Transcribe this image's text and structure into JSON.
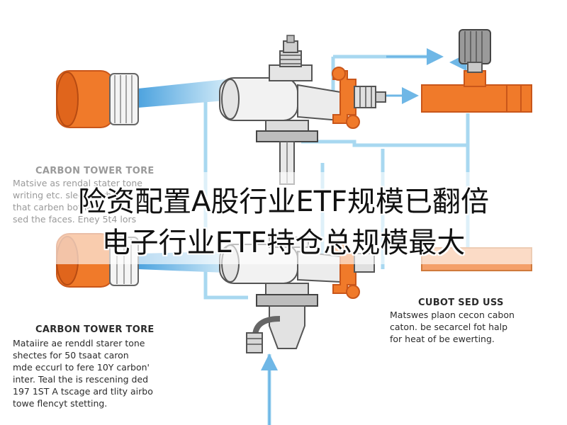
{
  "labels": {
    "top_left_title": "CARBON TOWER TORE",
    "top_left_lines": [
      "Matsive as rendal stater tone",
      "writing etc. sleeb carbon",
      "that carben bot lete",
      "sed the faces. Eney 5t4 lors"
    ],
    "bottom_left_title": "CARBON TOWER TORE",
    "bottom_left_lines": [
      "Mataiire ae renddl starer tone",
      "shectes for 50 tsaat caron",
      "mde eccurl to fere 10Y carbon'",
      "inter. Teal the is rescening ded",
      "197 1ST A tscage ard tlity airbo",
      "towe flencyt stetting."
    ],
    "right_title": "CUBOT SED USS",
    "right_lines": [
      "Matswes plaon cecon cabon",
      "caton. be secarcel fot halp",
      "for heat of be ewerting."
    ]
  },
  "headline": {
    "line1": "险资配置A股行业ETF规模已翻倍",
    "line2": "电子行业ETF持仓总规模最大"
  },
  "colors": {
    "orange": "#f07a2a",
    "orange_dark": "#c9561a",
    "pipe_blue": "#a8d8f0",
    "beam_blue": "#6fb7e6",
    "metal": "#e9e9e9",
    "metal_dark": "#555555",
    "ink": "#2b2b2b"
  }
}
